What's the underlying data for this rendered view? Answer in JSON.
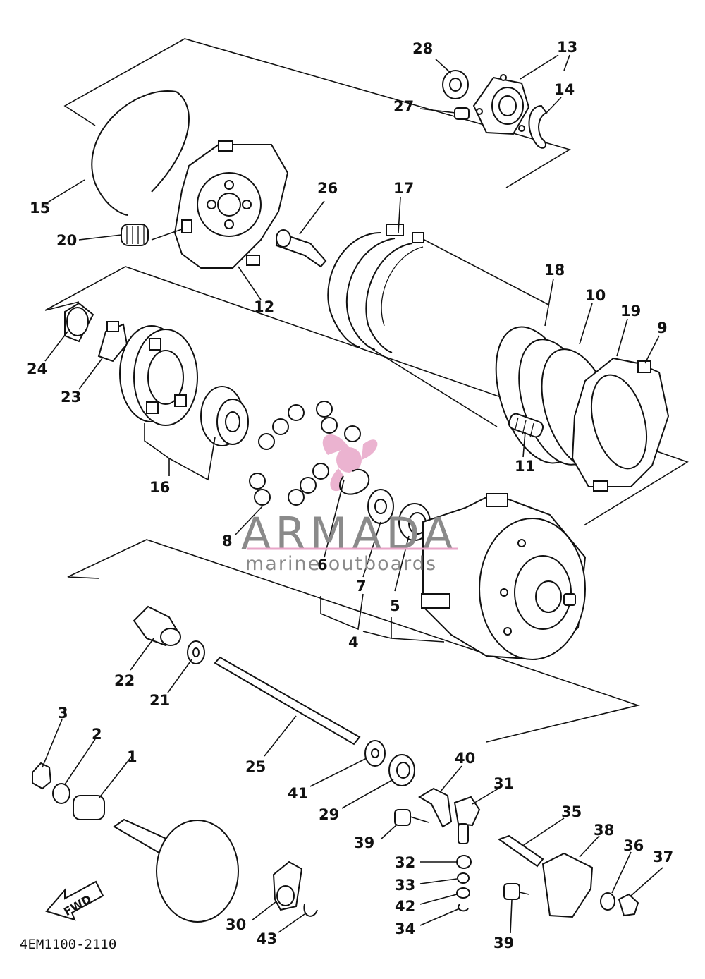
{
  "diagram": {
    "drawing_code": "4EM1100-2110",
    "fwd_label": "FWD",
    "watermark": {
      "brand": "ARMADA",
      "tagline": "marine outboards",
      "accent_color": "#e8a6c8"
    },
    "part_numbers": {
      "p1": "1",
      "p2": "2",
      "p3": "3",
      "p4": "4",
      "p5": "5",
      "p6": "6",
      "p7": "7",
      "p8": "8",
      "p9": "9",
      "p10": "10",
      "p11": "11",
      "p12": "12",
      "p13": "13",
      "p14": "14",
      "p15": "15",
      "p16": "16",
      "p17": "17",
      "p18": "18",
      "p19": "19",
      "p20": "20",
      "p21": "21",
      "p22": "22",
      "p23": "23",
      "p24": "24",
      "p25": "25",
      "p26": "26",
      "p27": "27",
      "p28": "28",
      "p29": "29",
      "p30": "30",
      "p31": "31",
      "p32": "32",
      "p33": "33",
      "p34": "34",
      "p35": "35",
      "p36": "36",
      "p37": "37",
      "p38": "38",
      "p39a": "39",
      "p39b": "39",
      "p40": "40",
      "p41": "41",
      "p42": "42",
      "p43": "43"
    }
  }
}
